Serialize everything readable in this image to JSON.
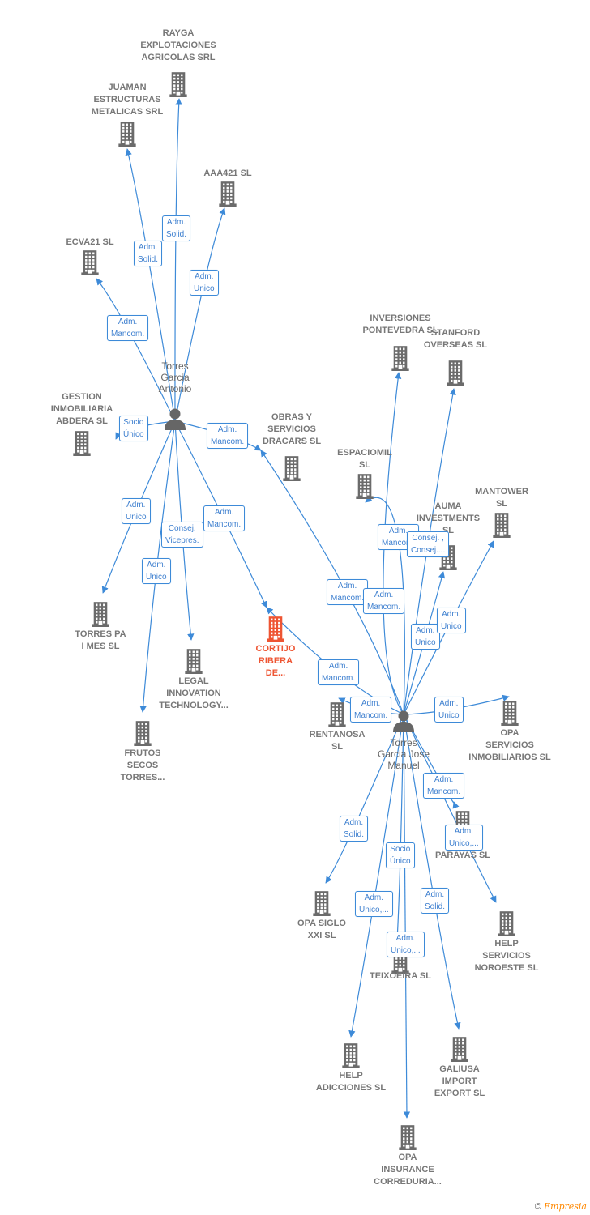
{
  "colors": {
    "edge": "#3d8ad8",
    "building": "#6b6b6b",
    "focus": "#ee5533",
    "person": "#666666"
  },
  "icons": {
    "company": "building-icon",
    "person": "person-icon"
  },
  "nodes": [
    {
      "id": "rayga",
      "type": "company",
      "label": "RAYGA\nEXPLOTACIONES\nAGRICOLAS SRL"
    },
    {
      "id": "juaman",
      "type": "company",
      "label": "JUAMAN\nESTRUCTURAS\nMETALICAS SRL"
    },
    {
      "id": "aaa421",
      "type": "company",
      "label": "AAA421 SL"
    },
    {
      "id": "ecva21",
      "type": "company",
      "label": "ECVA21  SL"
    },
    {
      "id": "tga",
      "type": "person",
      "label": "Torres\nGarcia\nAntonio"
    },
    {
      "id": "gestion",
      "type": "company",
      "label": "GESTION\nINMOBILIARIA\nABDERA  SL"
    },
    {
      "id": "obras",
      "type": "company",
      "label": "OBRAS Y\nSERVICIOS\nDRACARS SL"
    },
    {
      "id": "torrespa",
      "type": "company",
      "label": "TORRES PA\nI MES  SL"
    },
    {
      "id": "legal",
      "type": "company",
      "label": "LEGAL\nINNOVATION\nTECHNOLOGY..."
    },
    {
      "id": "cortijo",
      "type": "focus",
      "label": "CORTIJO\nRIBERA\nDE..."
    },
    {
      "id": "frutos",
      "type": "company",
      "label": "FRUTOS\nSECOS\nTORRES..."
    },
    {
      "id": "inversiones",
      "type": "company",
      "label": "INVERSIONES\nPONTEVEDRA SL"
    },
    {
      "id": "stanford",
      "type": "company",
      "label": "STANFORD\nOVERSEAS  SL"
    },
    {
      "id": "espaciomil",
      "type": "company",
      "label": "ESPACIOMIL\nSL"
    },
    {
      "id": "mantower",
      "type": "company",
      "label": "MANTOWER\nSL"
    },
    {
      "id": "auma",
      "type": "company",
      "label": "AUMA\nINVESTMENTS\nSL"
    },
    {
      "id": "rentanosa",
      "type": "company",
      "label": "RENTANOSA\nSL"
    },
    {
      "id": "tgjm",
      "type": "person",
      "label": "Torres\nGarcia Jose\nManuel"
    },
    {
      "id": "opaserv",
      "type": "company",
      "label": "OPA\nSERVICIOS\nINMOBILIARIOS SL"
    },
    {
      "id": "parayas",
      "type": "company",
      "label": "R          O\nPARAYAS  SL"
    },
    {
      "id": "opasiglo",
      "type": "company",
      "label": "OPA SIGLO\nXXI SL"
    },
    {
      "id": "helpserv",
      "type": "company",
      "label": "HELP\nSERVICIOS\nNOROESTE  SL"
    },
    {
      "id": "teixoeira",
      "type": "company",
      "label": "TEIXOEIRA  SL"
    },
    {
      "id": "helpadic",
      "type": "company",
      "label": "HELP\nADICCIONES SL"
    },
    {
      "id": "galiusa",
      "type": "company",
      "label": "GALIUSA\nIMPORT\nEXPORT  SL"
    },
    {
      "id": "opains",
      "type": "company",
      "label": "OPA\nINSURANCE\nCORREDURIA..."
    }
  ],
  "edges": [
    {
      "from": "tga",
      "to": "rayga",
      "label": "Adm.\nSolid."
    },
    {
      "from": "tga",
      "to": "juaman",
      "label": "Adm.\nSolid."
    },
    {
      "from": "tga",
      "to": "aaa421",
      "label": "Adm.\nUnico"
    },
    {
      "from": "tga",
      "to": "ecva21",
      "label": "Adm.\nMancom."
    },
    {
      "from": "tga",
      "to": "gestion",
      "label": "Socio\nÚnico"
    },
    {
      "from": "tga",
      "to": "obras",
      "label": "Adm.\nMancom."
    },
    {
      "from": "tga",
      "to": "torrespa",
      "label": "Adm.\nUnico"
    },
    {
      "from": "tga",
      "to": "legal",
      "label": "Consej.\nVicepres."
    },
    {
      "from": "tga",
      "to": "cortijo",
      "label": "Adm.\nMancom."
    },
    {
      "from": "tga",
      "to": "frutos",
      "label": "Adm.\nUnico"
    },
    {
      "from": "tgjm",
      "to": "obras",
      "label": "Adm.\nMancom."
    },
    {
      "from": "tgjm",
      "to": "espaciomil",
      "label": "Adm.\nMancom."
    },
    {
      "from": "tgjm",
      "to": "inversiones",
      "label": "Adm.\nMancom."
    },
    {
      "from": "tgjm",
      "to": "stanford",
      "label": "Consej. ,\nConsej...."
    },
    {
      "from": "tgjm",
      "to": "auma",
      "label": "Adm.\nUnico"
    },
    {
      "from": "tgjm",
      "to": "mantower",
      "label": "Adm.\nUnico"
    },
    {
      "from": "tgjm",
      "to": "cortijo",
      "label": "Adm.\nMancom."
    },
    {
      "from": "tgjm",
      "to": "rentanosa",
      "label": "Adm.\nMancom."
    },
    {
      "from": "tgjm",
      "to": "opaserv",
      "label": "Adm.\nUnico"
    },
    {
      "from": "tgjm",
      "to": "parayas",
      "label": "Adm.\nMancom."
    },
    {
      "from": "tgjm",
      "to": "helpserv",
      "label": "Adm.\nUnico,..."
    },
    {
      "from": "tgjm",
      "to": "opasiglo",
      "label": "Adm.\nSolid."
    },
    {
      "from": "tgjm",
      "to": "teixoeira",
      "label": "Socio\nÚnico"
    },
    {
      "from": "tgjm",
      "to": "helpadic",
      "label": "Adm.\nUnico,..."
    },
    {
      "from": "tgjm",
      "to": "opains",
      "label": "Adm.\nUnico,..."
    },
    {
      "from": "tgjm",
      "to": "galiusa",
      "label": "Adm.\nSolid."
    }
  ],
  "footer": {
    "copyright_symbol": "©",
    "brand": "Empresia"
  }
}
